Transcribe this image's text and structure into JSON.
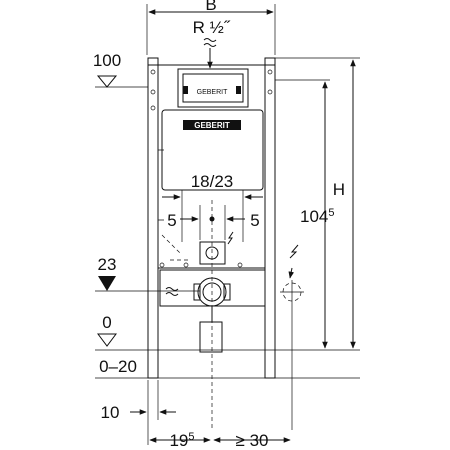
{
  "dimensions": {
    "width_label": "B",
    "supply_label": "R ½˝",
    "top_level": "100",
    "mid_level": "23",
    "floor_level": "0",
    "floor_range": "0–20",
    "spacing_label": "18/23",
    "left_offset": "5",
    "right_offset": "5",
    "height_label": "H",
    "frame_height_base": "104",
    "frame_height_sup": "5",
    "bottom_left": "10",
    "bottom_center_base": "19",
    "bottom_center_sup": "5",
    "bottom_right": "≥ 30"
  },
  "brand": {
    "logo_text": "GEBERIT"
  },
  "icons": {
    "water_supply": "water-wave-icon",
    "electric": "lightning-icon",
    "level_open": "open-triangle-marker",
    "level_filled": "filled-triangle-marker"
  }
}
